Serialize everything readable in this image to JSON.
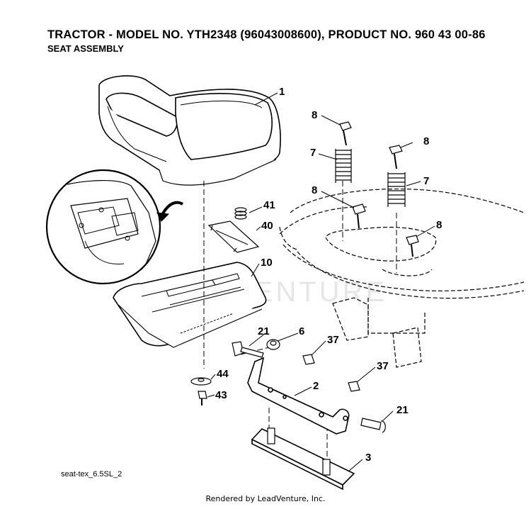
{
  "header": {
    "title": "TRACTOR - MODEL NO. YTH2348 (96043008600), PRODUCT NO. 960 43 00-86",
    "subtitle": "SEAT ASSEMBLY"
  },
  "footer": {
    "figure_code": "seat-tex_6.5SL_2",
    "credit": "Rendered by LeadVenture, Inc."
  },
  "watermark": "VENTURE",
  "callouts": {
    "seat": "1",
    "bracket": "2",
    "base_plate": "3",
    "nut_top": "6",
    "spring_left": "7",
    "spring_right": "7",
    "bolt_top_left": "8",
    "bolt_top_right": "8",
    "bolt_mid_left": "8",
    "bolt_mid_right": "8",
    "pan": "10",
    "bolt_left": "21",
    "bolt_right": "21",
    "nut_left": "37",
    "nut_right": "37",
    "clip": "40",
    "spring_small": "41",
    "screw_bottom": "43",
    "washer": "44"
  }
}
